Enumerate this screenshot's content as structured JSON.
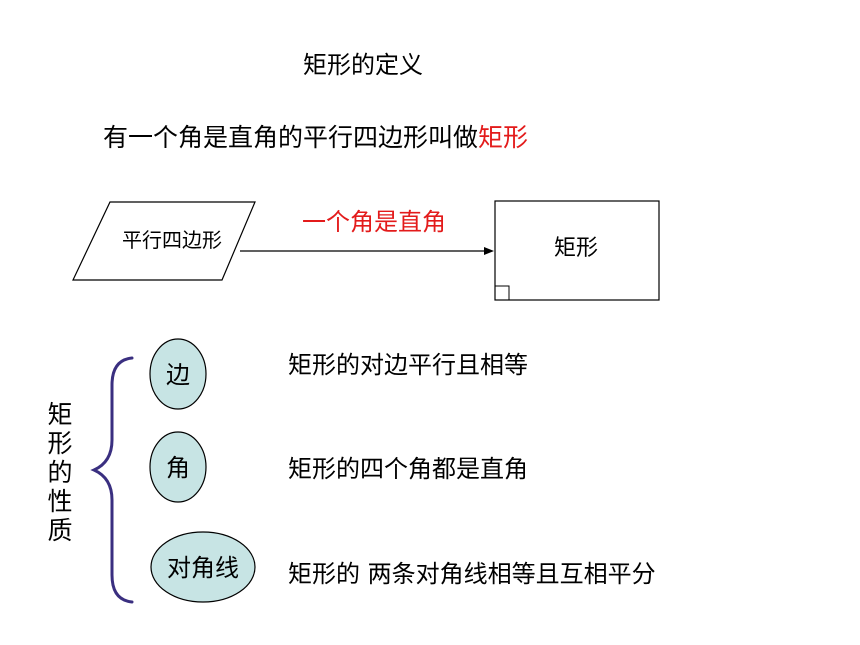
{
  "title": "矩形的定义",
  "definition": {
    "prefix": "有一个角是直角的平行四边形叫做",
    "highlight": "矩形",
    "highlight_color": "#e31b1b"
  },
  "flow": {
    "source": "平行四边形",
    "condition": "一个角是直角",
    "condition_color": "#e31b1b",
    "target": "矩形"
  },
  "properties": {
    "group_label": [
      "矩",
      "形",
      "的",
      "性",
      "质"
    ],
    "bubble_color": "#c7e4e4",
    "items": [
      {
        "aspect": "边",
        "text": "矩形的对边平行且相等"
      },
      {
        "aspect": "角",
        "text": "矩形的四个角都是直角"
      },
      {
        "aspect": "对角线",
        "text": "矩形的 两条对角线相等且互相平分"
      }
    ],
    "brace_color": "#3a2f80"
  }
}
